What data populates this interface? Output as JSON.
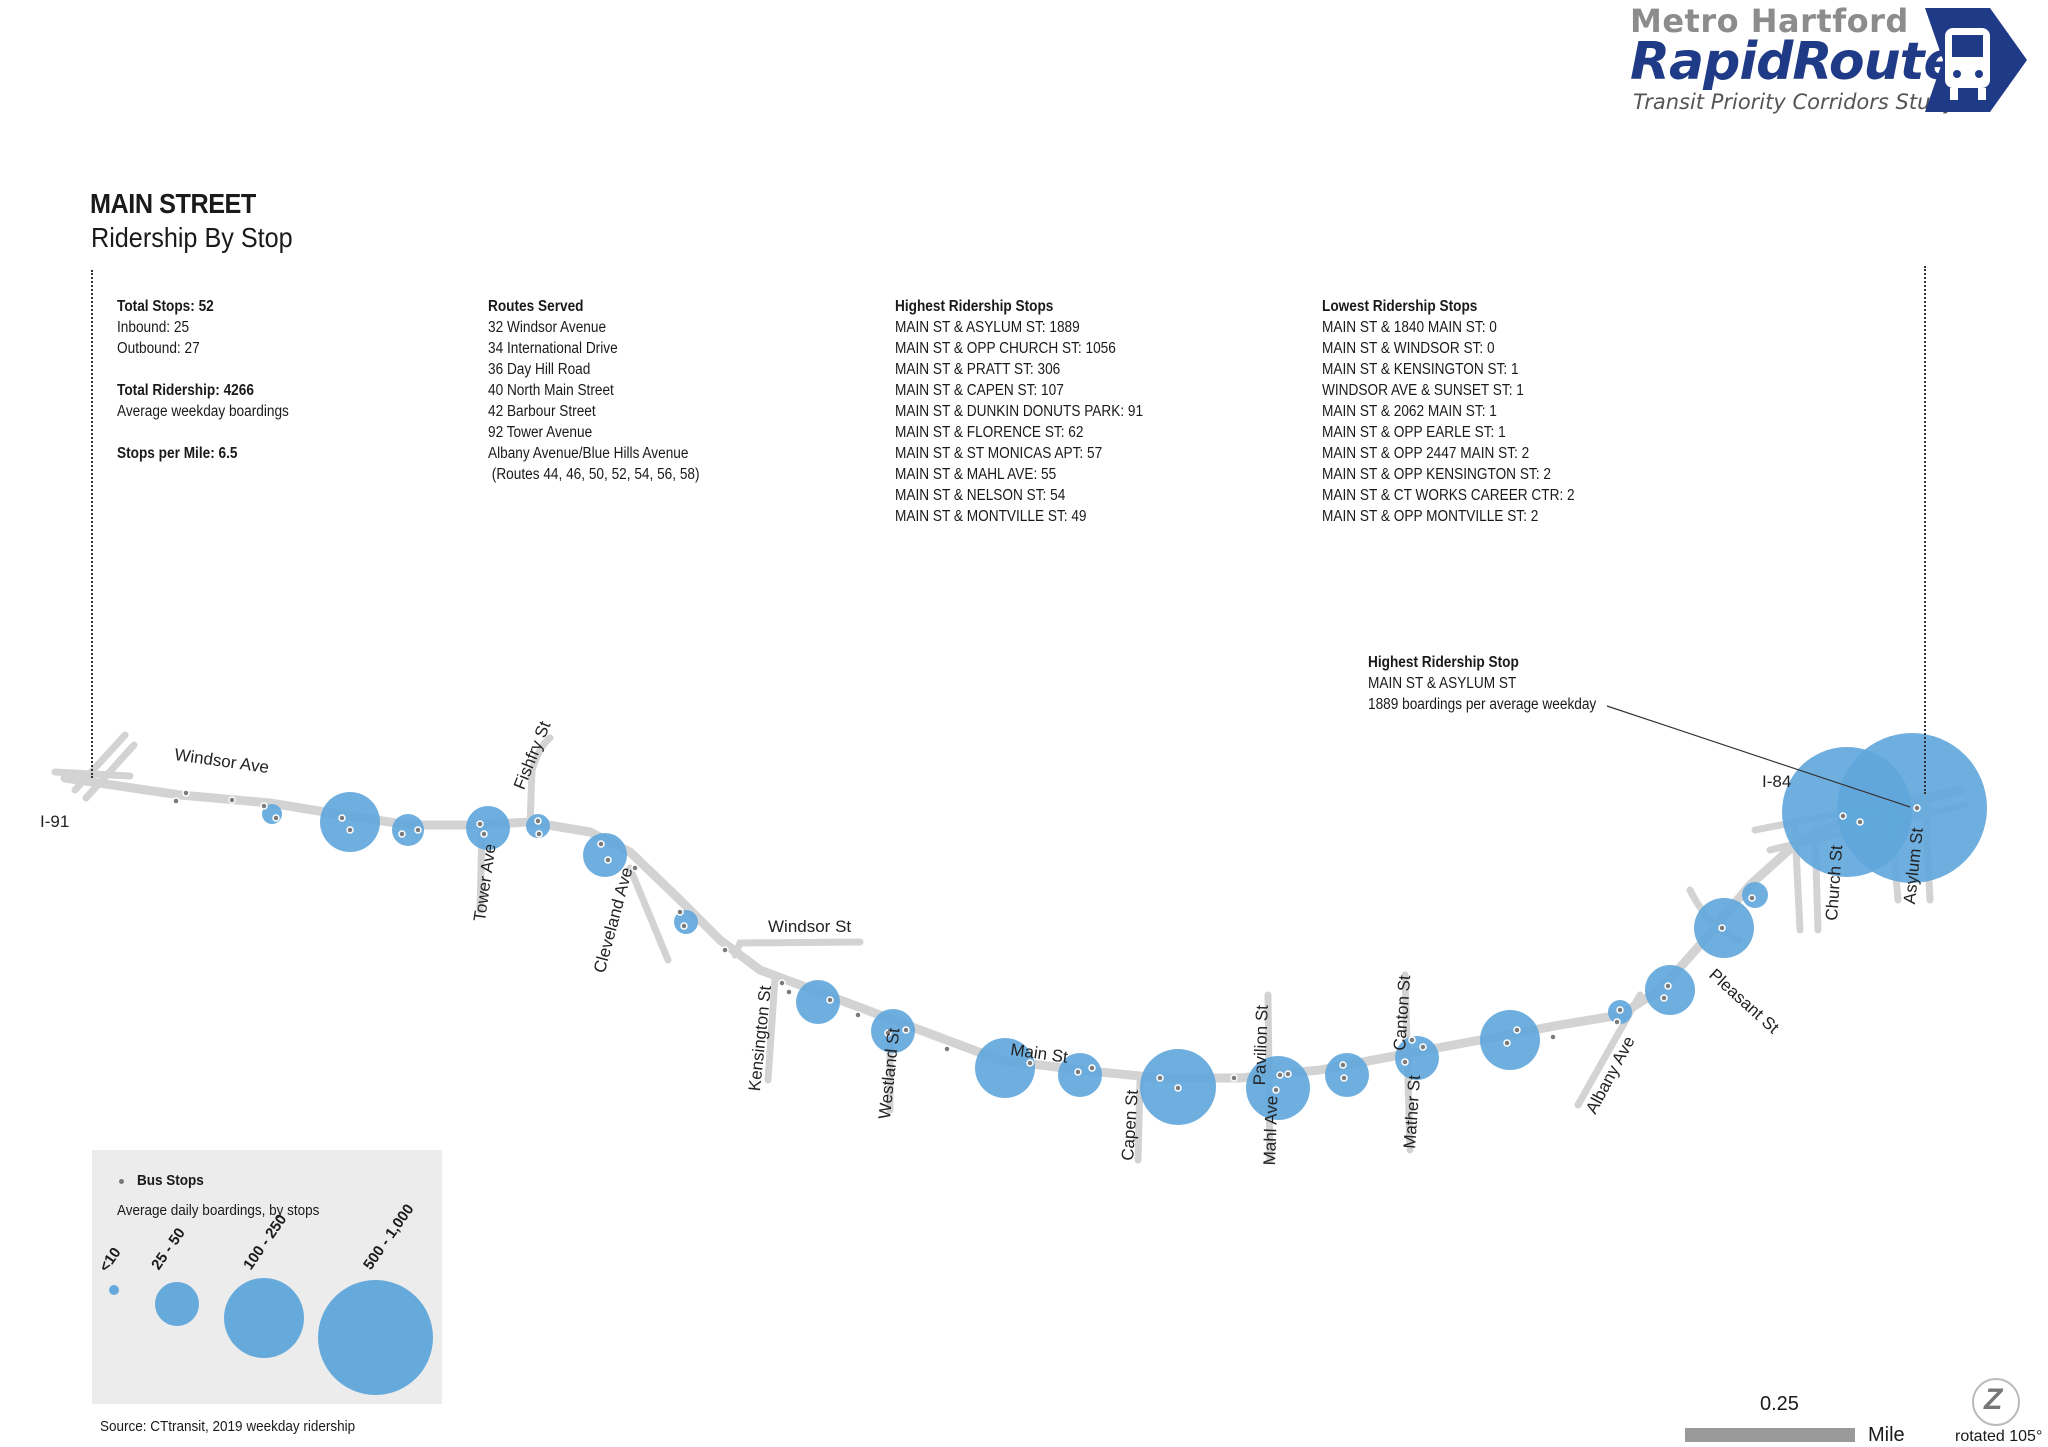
{
  "logo": {
    "line1": "Metro Hartford",
    "line2": "RapidRoutes",
    "line3": "Transit Priority Corridors Study",
    "brand_color": "#1f3a86"
  },
  "title": "MAIN STREET",
  "subtitle": "Ridership By Stop",
  "stats": {
    "total_stops": "Total Stops: 52",
    "inbound": "Inbound: 25",
    "outbound": "Outbound: 27",
    "total_ridership": "Total Ridership: 4266",
    "ridership_note": "Average weekday boardings",
    "stops_per_mile": "Stops per Mile: 6.5"
  },
  "routes": {
    "heading": "Routes Served",
    "items": [
      "32 Windsor Avenue",
      "34 International Drive",
      "36 Day Hill Road",
      "40 North Main Street",
      "42 Barbour Street",
      "92 Tower Avenue",
      "Albany Avenue/Blue Hills Avenue",
      " (Routes 44, 46, 50, 52, 54, 56, 58)"
    ]
  },
  "highest": {
    "heading": "Highest Ridership Stops",
    "items": [
      "MAIN ST & ASYLUM ST: 1889",
      "MAIN ST & OPP CHURCH ST: 1056",
      "MAIN ST & PRATT ST: 306",
      "MAIN ST & CAPEN ST: 107",
      "MAIN ST & DUNKIN DONUTS PARK: 91",
      "MAIN ST & FLORENCE ST: 62",
      "MAIN ST & ST MONICAS APT: 57",
      "MAIN ST & MAHL AVE: 55",
      "MAIN ST & NELSON ST: 54",
      "MAIN ST & MONTVILLE ST: 49"
    ]
  },
  "lowest": {
    "heading": "Lowest Ridership Stops",
    "items": [
      "MAIN ST & 1840 MAIN ST: 0",
      "MAIN ST & WINDSOR ST: 0",
      "MAIN ST & KENSINGTON ST: 1",
      "WINDSOR AVE & SUNSET ST: 1",
      "MAIN ST & 2062 MAIN ST: 1",
      "MAIN ST & OPP EARLE ST: 1",
      "MAIN ST & OPP 2447 MAIN ST: 2",
      "MAIN ST & OPP KENSINGTON ST: 2",
      "MAIN ST & CT WORKS CAREER CTR: 2",
      "MAIN ST & OPP MONTVILLE ST: 2"
    ]
  },
  "callout": {
    "heading": "Highest Ridership Stop",
    "line1": "MAIN ST & ASYLUM ST",
    "line2": "1889 boardings per average weekday"
  },
  "streets": {
    "i91": "I-91",
    "windsor_ave": "Windsor Ave",
    "fishfry": "Fishfry St",
    "tower": "Tower Ave",
    "cleveland": "Cleveland Ave",
    "windsor_st": "Windsor St",
    "kensington": "Kensington St",
    "westland": "Westland St",
    "main": "Main St",
    "capen": "Capen St",
    "pavilion": "Pavilion St",
    "mahl": "Mahl Ave",
    "canton": "Canton St",
    "mather": "Mather St",
    "albany": "Albany Ave",
    "pleasant": "Pleasant St",
    "i84": "I-84",
    "church": "Church St",
    "asylum": "Asylum St"
  },
  "legend": {
    "title": "Bus Stops",
    "subtitle": "Average daily boardings, by stops",
    "classes": [
      "<10",
      "25 - 50",
      "100 - 250",
      "500 - 1,000"
    ]
  },
  "source": "Source: CTtransit, 2019 weekday ridership",
  "scale": {
    "value": "0.25",
    "unit": "Mile"
  },
  "rotation": "rotated 105°",
  "colors": {
    "bubble": "#5fa6db",
    "road": "#d3d3d3",
    "stop_dot": "#888888"
  }
}
